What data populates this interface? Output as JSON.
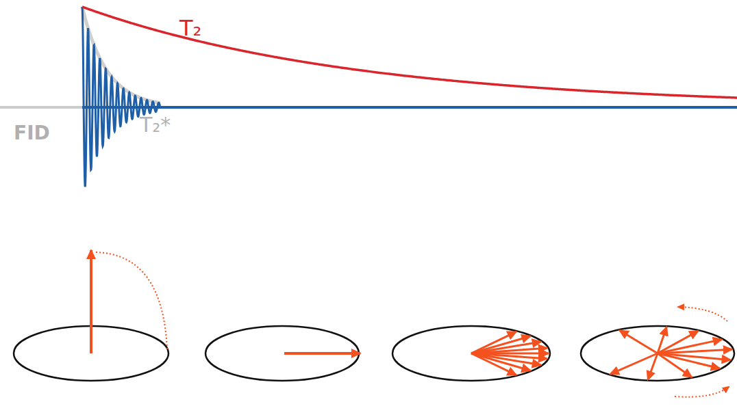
{
  "diagram": {
    "labels": [
      "T₂",
      "T₂*",
      "FID"
    ]
  }
}
